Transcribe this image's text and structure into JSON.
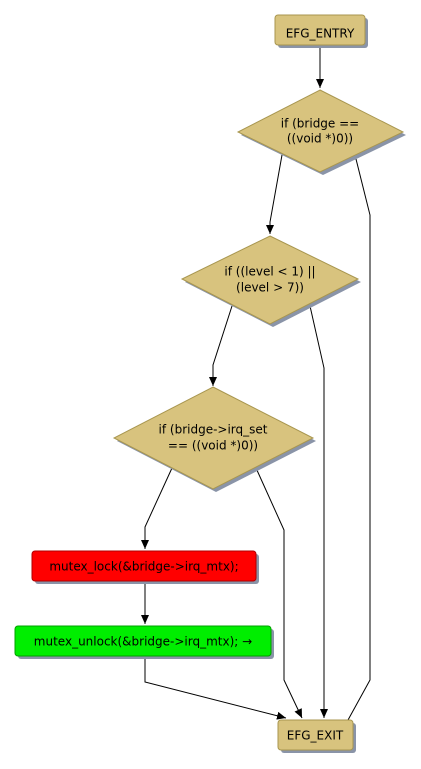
{
  "colors": {
    "node_fill": "#d8c37e",
    "node_stroke": "#a8964f",
    "shadow": "#8a94a8",
    "lock_fill": "#ff0000",
    "unlock_fill": "#00ee00",
    "edge": "#000000"
  },
  "nodes": {
    "entry": {
      "label": "EFG_ENTRY"
    },
    "cond_bridge": {
      "line1": "if (bridge ==",
      "line2": "((void *)0))"
    },
    "cond_level": {
      "line1": "if ((level < 1) ||",
      "line2": "(level > 7))"
    },
    "cond_irq_set": {
      "line1": "if (bridge->irq_set",
      "line2": "== ((void *)0))"
    },
    "mutex_lock": {
      "label": "mutex_lock(&bridge->irq_mtx);"
    },
    "mutex_unlock": {
      "label": "mutex_unlock(&bridge->irq_mtx); →"
    },
    "exit": {
      "label": "EFG_EXIT"
    }
  }
}
